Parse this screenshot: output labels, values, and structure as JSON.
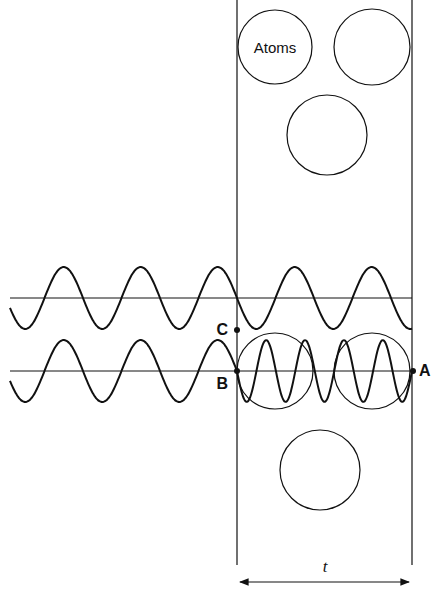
{
  "diagram": {
    "nodes": [
      {
        "text": [
          "Atoms"
        ]
      }
    ],
    "labels": [
      "C",
      "B",
      "A",
      "t"
    ]
  }
}
